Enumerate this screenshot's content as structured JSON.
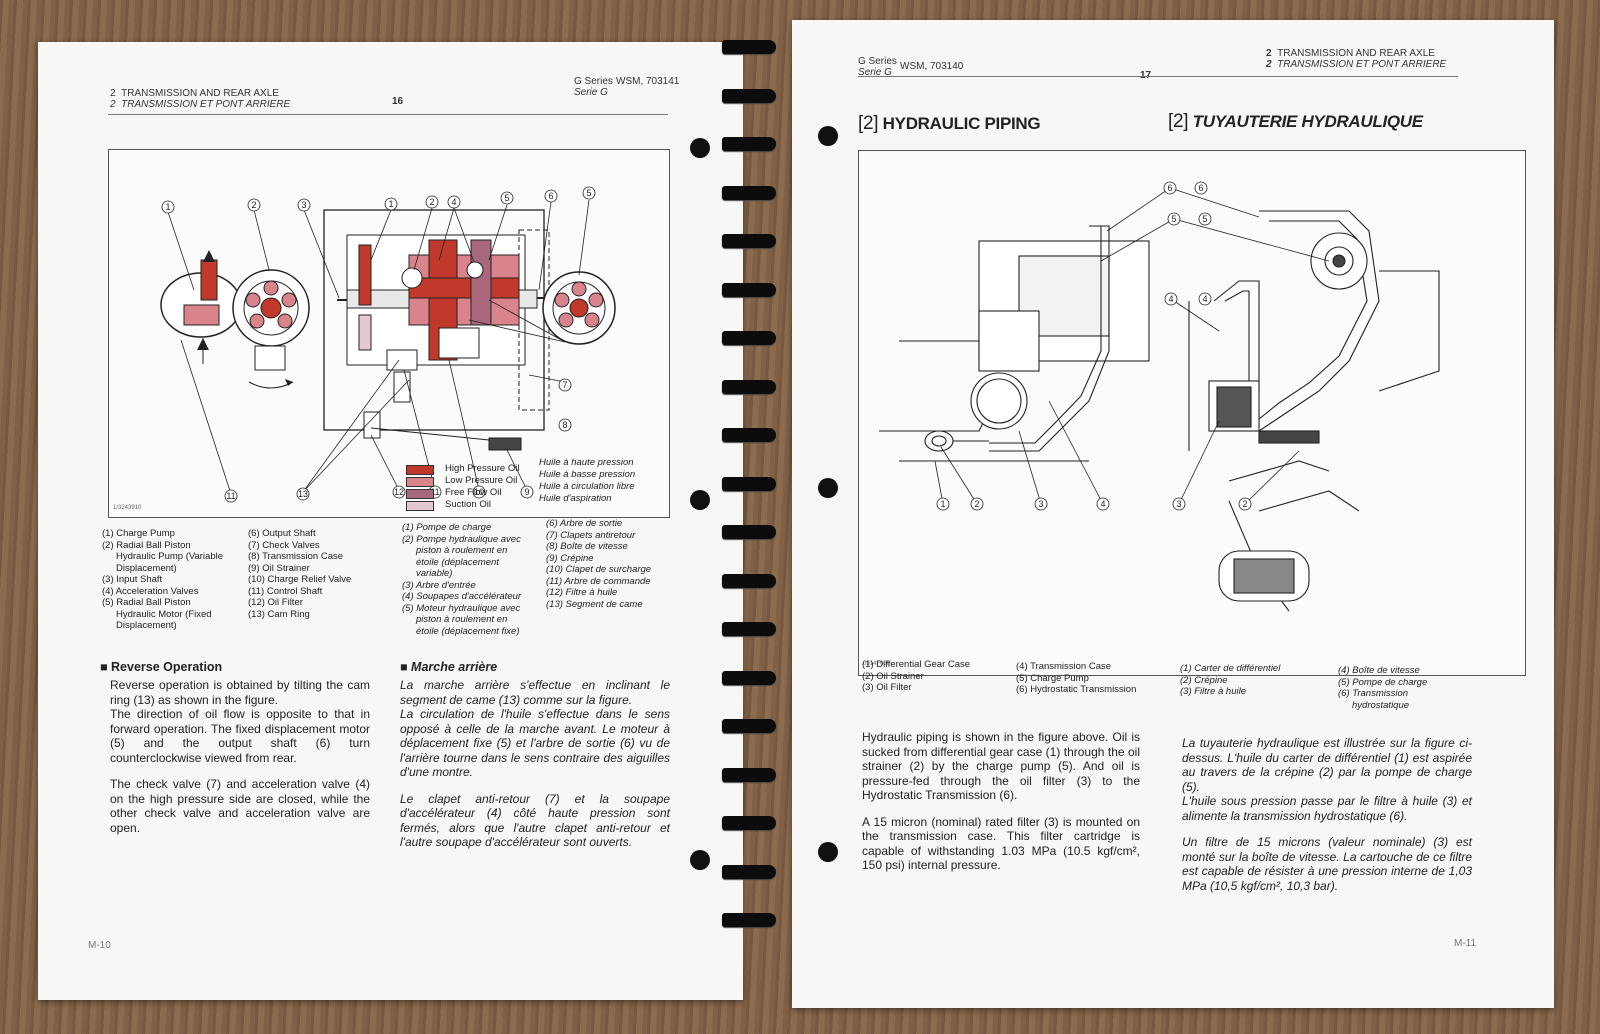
{
  "left_page": {
    "header": {
      "chapter_num": "2",
      "chapter_en": "TRANSMISSION AND REAR AXLE",
      "chapter_fr": "TRANSMISSION ET PONT ARRIERE",
      "page_number": "16",
      "series_en": "G Series",
      "series_fr": "Serie G",
      "wsm": "WSM, 703141"
    },
    "figure": {
      "code": "1/3243910",
      "callouts": [
        "1",
        "2",
        "3",
        "1",
        "2",
        "4",
        "5",
        "6",
        "5",
        "7",
        "8",
        "9",
        "10",
        "11",
        "12",
        "13",
        "11"
      ],
      "legend": [
        {
          "en": "High Pressure Oil",
          "fr": "Huile à haute pression",
          "color": "#c0392b"
        },
        {
          "en": "Low Pressure Oil",
          "fr": "Huile à basse pression",
          "color": "#d9838a"
        },
        {
          "en": "Free Flow Oil",
          "fr": "Huile à circulation libre",
          "color": "#a8677a"
        },
        {
          "en": "Suction Oil",
          "fr": "Huile d'aspiration",
          "color": "#e4c8d0"
        }
      ]
    },
    "captions_en_col1": [
      "(1) Charge Pump",
      "(2) Radial Ball Piston",
      "Hydraulic Pump (Variable",
      "Displacement)",
      "(3) Input Shaft",
      "(4) Acceleration Valves",
      "(5) Radial Ball Piston",
      "Hydraulic Motor (Fixed",
      "Displacement)"
    ],
    "captions_en_col2": [
      "(6) Output Shaft",
      "(7) Check Valves",
      "(8) Transmission Case",
      "(9) Oil Strainer",
      "(10) Charge Relief Valve",
      "(11) Control Shaft",
      "(12) Oil Filter",
      "(13) Cam Ring"
    ],
    "captions_fr_col1": [
      "(1) Pompe de charge",
      "(2) Pompe hydraulique avec",
      "piston à roulement en",
      "étoile (déplacement",
      "variable)",
      "(3) Arbre d'entrée",
      "(4) Soupapes d'accélérateur",
      "(5) Moteur hydraulique avec",
      "piston à roulement en",
      "étoile (déplacement fixe)"
    ],
    "captions_fr_col2": [
      "(6) Arbre de sortie",
      "(7) Clapets antiretour",
      "(8) Boîte de vitesse",
      "(9) Crépine",
      "(10) Clapet de surcharge",
      "(11) Arbre de commande",
      "(12) Filtre à huile",
      "(13) Segment de came"
    ],
    "section_en": {
      "title": "Reverse Operation",
      "paragraphs": [
        "Reverse operation is obtained by tilting the cam ring (13) as shown in the figure.",
        "The direction of oil flow is opposite to that in forward operation. The fixed displacement motor (5) and the output shaft (6) turn counterclockwise viewed from rear.",
        "The check valve (7) and acceleration valve (4) on the high pressure side are closed, while the other check valve and acceleration valve are open."
      ]
    },
    "section_fr": {
      "title": "Marche arrière",
      "paragraphs": [
        "La marche arrière s'effectue en inclinant le segment de came (13) comme sur la figure.",
        "La circulation de l'huile s'effectue dans le sens opposé à celle de la marche avant. Le moteur à déplacement fixe (5) et l'arbre de sortie (6) vu de l'arrière tourne dans le sens contraire des aiguilles d'une montre.",
        "Le clapet anti-retour (7) et la soupape d'accélérateur (4) côté haute pression sont fermés, alors que l'autre clapet anti-retour et l'autre soupape d'accélérateur sont ouverts."
      ]
    },
    "footer": "M-10"
  },
  "right_page": {
    "header": {
      "series_en": "G Series",
      "series_fr": "Serie G",
      "wsm": "WSM, 703140",
      "page_number": "17",
      "chapter_num": "2",
      "chapter_en": "TRANSMISSION AND REAR AXLE",
      "chapter_fr": "TRANSMISSION ET PONT ARRIERE"
    },
    "title_en_num": "[2]",
    "title_en": "HYDRAULIC PIPING",
    "title_fr_num": "[2]",
    "title_fr": "TUYAUTERIE HYDRAULIQUE",
    "figure": {
      "code": "0314F006",
      "callouts": [
        "6",
        "5",
        "4",
        "1",
        "2",
        "3",
        "4",
        "6",
        "5",
        "4",
        "3",
        "2"
      ]
    },
    "captions_en_col1": [
      "(1) Differential Gear Case",
      "(2) Oil Strainer",
      "(3) Oil Filter"
    ],
    "captions_en_col2": [
      "(4) Transmission Case",
      "(5) Charge Pump",
      "(6) Hydrostatic Transmission"
    ],
    "captions_fr_col1": [
      "(1) Carter de différentiel",
      "(2) Crépine",
      "(3) Filtre à huile"
    ],
    "captions_fr_col2": [
      "(4) Boîte de vitesse",
      "(5) Pompe de charge",
      "(6) Transmission",
      "hydrostatique"
    ],
    "text_en": [
      "Hydraulic piping is shown in the figure above. Oil is sucked from differential gear case (1) through the oil strainer (2) by the charge pump (5). And oil is pressure-fed through the oil filter (3) to the Hydrostatic Transmission (6).",
      "A 15 micron (nominal) rated filter (3) is mounted on the transmission case. This filter cartridge is capable of withstanding 1.03 MPa (10.5 kgf/cm², 150 psi) internal pressure."
    ],
    "text_fr": [
      "La tuyauterie hydraulique est illustrée sur la figure ci-dessus. L'huile du carter de différentiel (1) est aspirée au travers de la crépine (2) par la pompe de charge (5).",
      "L'huile sous pression passe par le filtre à huile (3) et alimente la transmission hydrostatique (6).",
      "Un filtre de 15 microns (valeur nominale) (3) est monté sur la boîte de vitesse. La cartouche de ce filtre est capable de résister à une pression interne de 1,03 MPa (10,5 kgf/cm², 10,3 bar)."
    ],
    "footer": "M-11"
  },
  "colors": {
    "high_pressure": "#c0392b",
    "binding": "#0c0c0c",
    "paper": "#f7f7f5",
    "desk": "#8a6a4e"
  }
}
